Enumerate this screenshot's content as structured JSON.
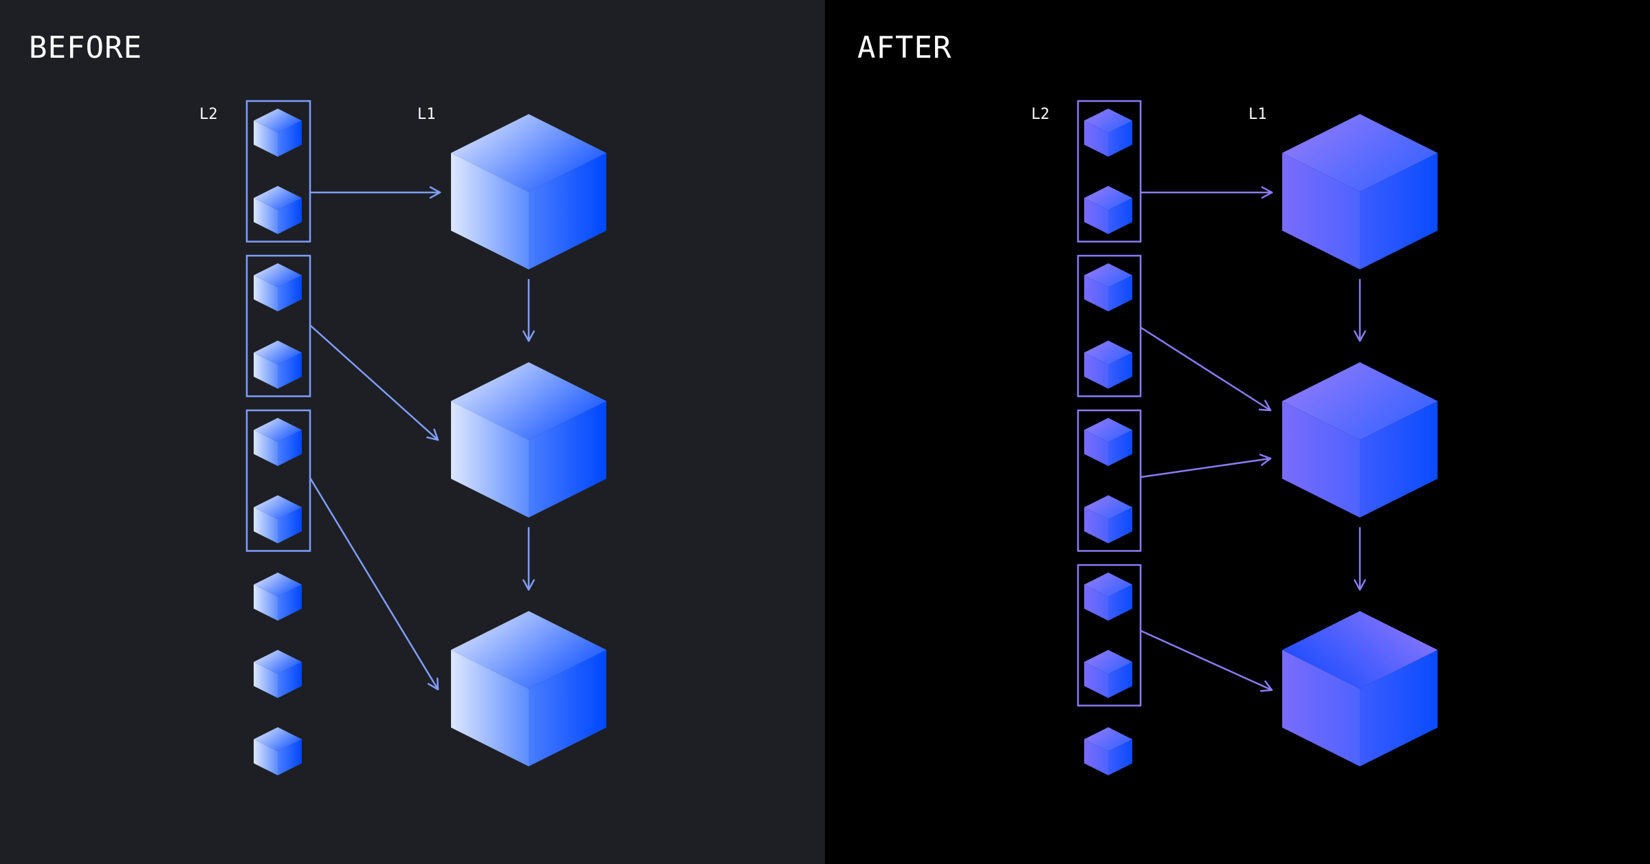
{
  "panels": [
    {
      "id": "before",
      "title": "BEFORE",
      "l2_label": "L2",
      "l1_label": "L1",
      "small_style": "pale",
      "big_styles": [
        "pale",
        "pale",
        "pale"
      ],
      "groups": [
        [
          0,
          1
        ],
        [
          2,
          3
        ],
        [
          4,
          5
        ]
      ],
      "small_count": 9,
      "l2_to_l1_links": [
        [
          0,
          0
        ],
        [
          1,
          1
        ],
        [
          2,
          2
        ]
      ]
    },
    {
      "id": "after",
      "title": "AFTER",
      "l2_label": "L2",
      "l1_label": "L1",
      "small_style": "violet",
      "big_styles": [
        "violet",
        "violet",
        "violet-flipped"
      ],
      "groups": [
        [
          0,
          1
        ],
        [
          2,
          3
        ],
        [
          4,
          5
        ],
        [
          6,
          7
        ]
      ],
      "small_count": 9,
      "l2_to_l1_links": [
        [
          0,
          0
        ],
        [
          1,
          1
        ],
        [
          2,
          1
        ],
        [
          3,
          2
        ]
      ]
    }
  ],
  "colors": {
    "before_background": "#1e1f24",
    "after_background": "#000000",
    "outline_before": "#7f9eff",
    "outline_after": "#8b7cf5"
  }
}
